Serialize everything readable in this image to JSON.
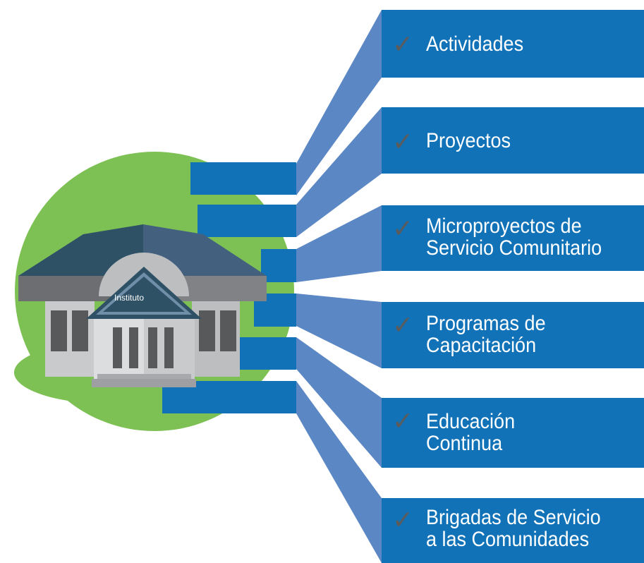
{
  "building": {
    "sign_label": "Instituto"
  },
  "items": [
    {
      "lines": [
        "Actividades"
      ]
    },
    {
      "lines": [
        "Proyectos"
      ]
    },
    {
      "lines": [
        "Microproyectos de",
        "Servicio Comunitario"
      ]
    },
    {
      "lines": [
        "Programas de",
        "Capacitación"
      ]
    },
    {
      "lines": [
        "Educación",
        "Continua"
      ]
    },
    {
      "lines": [
        "Brigadas de Servicio",
        "a las  Comunidades"
      ]
    }
  ],
  "check_icon": "checkmark-icon",
  "colors": {
    "box_blue": "#1172b8",
    "fan_blue": "#5b87c5",
    "circle_green": "#7dc154",
    "check_gray": "#5b5b5b",
    "roof_dark": "#2e5166",
    "roof_light": "#43607e",
    "wall_gray": "#c9cacc"
  }
}
